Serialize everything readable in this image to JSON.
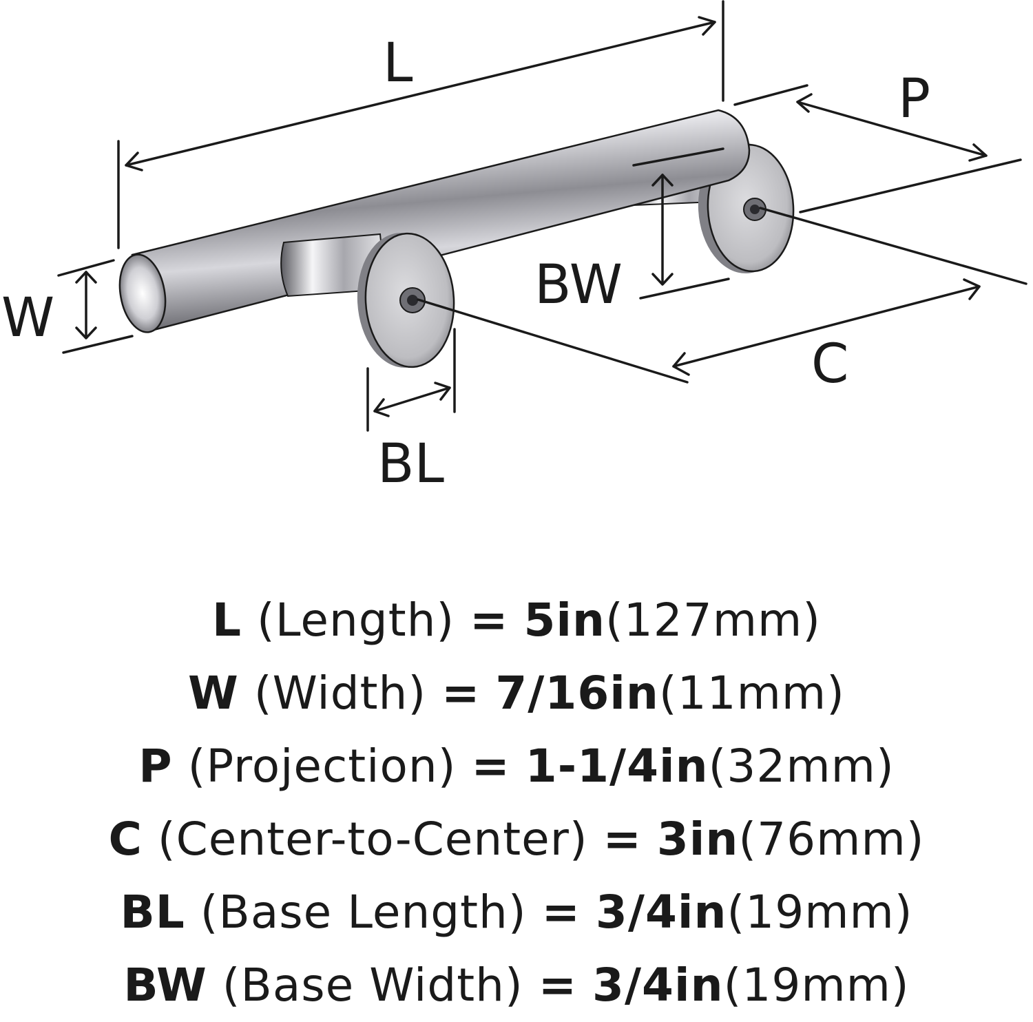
{
  "diagram": {
    "labels": {
      "L": "L",
      "P": "P",
      "W": "W",
      "BW": "BW",
      "C": "C",
      "BL": "BL"
    },
    "colors": {
      "ink": "#1a1a1a",
      "metal_light": "#f2f2f4",
      "metal_mid": "#c9c9cd",
      "metal_dark": "#6e6e74"
    }
  },
  "specs": [
    {
      "key": "L",
      "name": "(Length)",
      "eq": "=",
      "value": "5in",
      "metric": "(127mm)"
    },
    {
      "key": "W",
      "name": "(Width)",
      "eq": "=",
      "value": "7/16in",
      "metric": "(11mm)"
    },
    {
      "key": "P",
      "name": "(Projection)",
      "eq": "=",
      "value": "1-1/4in",
      "metric": "(32mm)"
    },
    {
      "key": "C",
      "name": "(Center-to-Center)",
      "eq": "=",
      "value": "3in",
      "metric": "(76mm)"
    },
    {
      "key": "BL",
      "name": "(Base Length)",
      "eq": "=",
      "value": "3/4in",
      "metric": "(19mm)"
    },
    {
      "key": "BW",
      "name": "(Base Width)",
      "eq": "=",
      "value": "3/4in",
      "metric": "(19mm)"
    }
  ]
}
